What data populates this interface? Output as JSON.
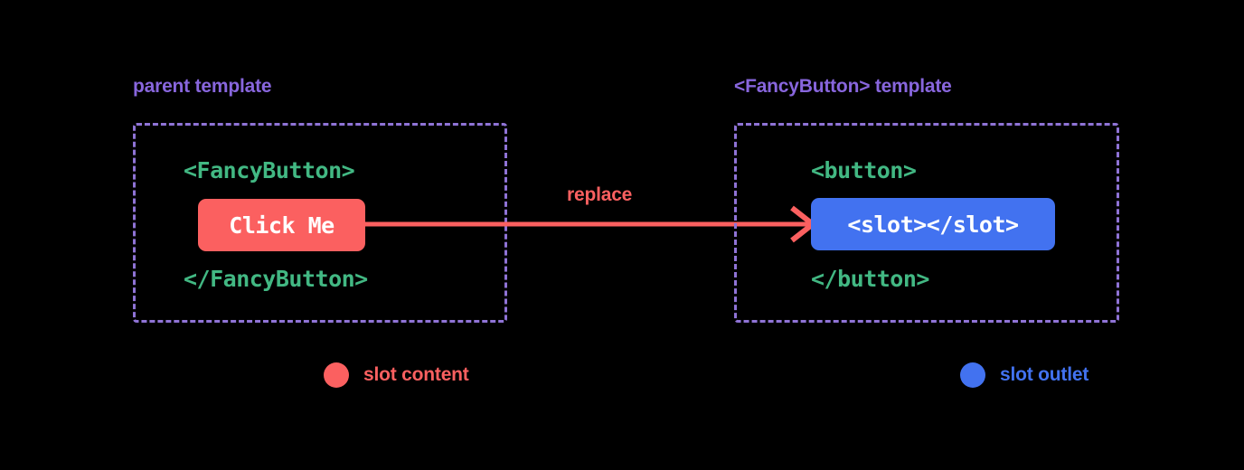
{
  "diagram": {
    "background": "#000000",
    "colors": {
      "purple": "#8866dd",
      "purple_border": "#8f73d6",
      "green": "#42b883",
      "salmon": "#fb6060",
      "blue": "#4272f0",
      "white": "#ffffff"
    }
  },
  "panels": [
    {
      "title": "parent template",
      "title_color": "#8866dd",
      "border_color": "#8f73d6",
      "open_tag": "<FancyButton>",
      "close_tag": "</FancyButton>",
      "tag_color": "#42b883",
      "chip_label": "Click Me",
      "chip_bg": "#fb6060",
      "chip_color": "#ffffff"
    },
    {
      "title": "<FancyButton> template",
      "title_color": "#8866dd",
      "border_color": "#8f73d6",
      "open_tag": "<button>",
      "close_tag": "</button>",
      "tag_color": "#42b883",
      "chip_label": "<slot></slot>",
      "chip_bg": "#4272f0",
      "chip_color": "#ffffff"
    }
  ],
  "connector": {
    "label": "replace",
    "color": "#fb6060"
  },
  "legend": [
    {
      "label": "slot content",
      "color": "#fb6060"
    },
    {
      "label": "slot outlet",
      "color": "#4272f0"
    }
  ]
}
